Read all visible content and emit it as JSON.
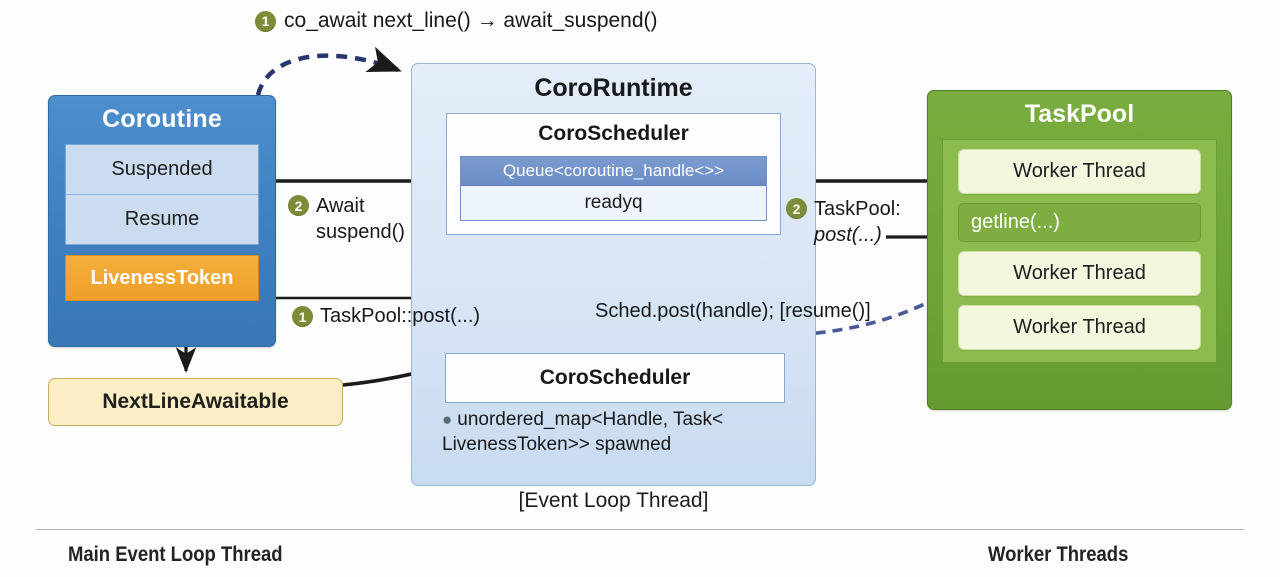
{
  "diagram": {
    "coroutine": {
      "title": "Coroutine",
      "states": [
        "Suspended",
        "Resume"
      ],
      "token": "LivenessToken"
    },
    "awaitable": {
      "title": "NextLineAwaitable"
    },
    "runtime": {
      "title": "CoroRuntime",
      "scheduler_title": "CoroScheduler",
      "queue_type": "Queue<coroutine_handle<>>",
      "queue_name": "readyq",
      "scheduler_title_2": "CoroScheduler",
      "bullet": "unordered_map<Handle, Task< LivenessToken>> spawned",
      "thread_label": "[Event Loop Thread]"
    },
    "taskpool": {
      "title": "TaskPool",
      "workers": [
        "Worker Thread",
        "Worker Thread",
        "Worker Thread"
      ],
      "active_task": "getline(...)"
    },
    "callouts": {
      "step1_top_num": "1",
      "step1_top_text": "co_await next_line() → await_suspend()",
      "step2_await_num": "2",
      "step2_await_line1": "Await",
      "step2_await_line2": "suspend()",
      "step1_post_num": "1",
      "step1_post_text": "TaskPool::post(...)",
      "step2_taskpool_num": "2",
      "step2_taskpool_line1": "TaskPool:",
      "step2_taskpool_line2": "post(...)",
      "sched_post_text": "Sched.post(handle); [resume()]"
    },
    "footer": {
      "left": "Main Event Loop Thread",
      "right": "Worker Threads"
    },
    "colors": {
      "coroutine_blue": "#3f7fc0",
      "liveness_orange": "#efa02a",
      "runtime_light_blue": "#dbe7f6",
      "queue_header_blue": "#6b8cc6",
      "taskpool_green": "#6ea337",
      "worker_cream": "#f2f7dd",
      "awaitable_cream": "#fbeec4",
      "badge_olive": "#7e8c3a",
      "dashed_navy": "#27366e"
    }
  }
}
